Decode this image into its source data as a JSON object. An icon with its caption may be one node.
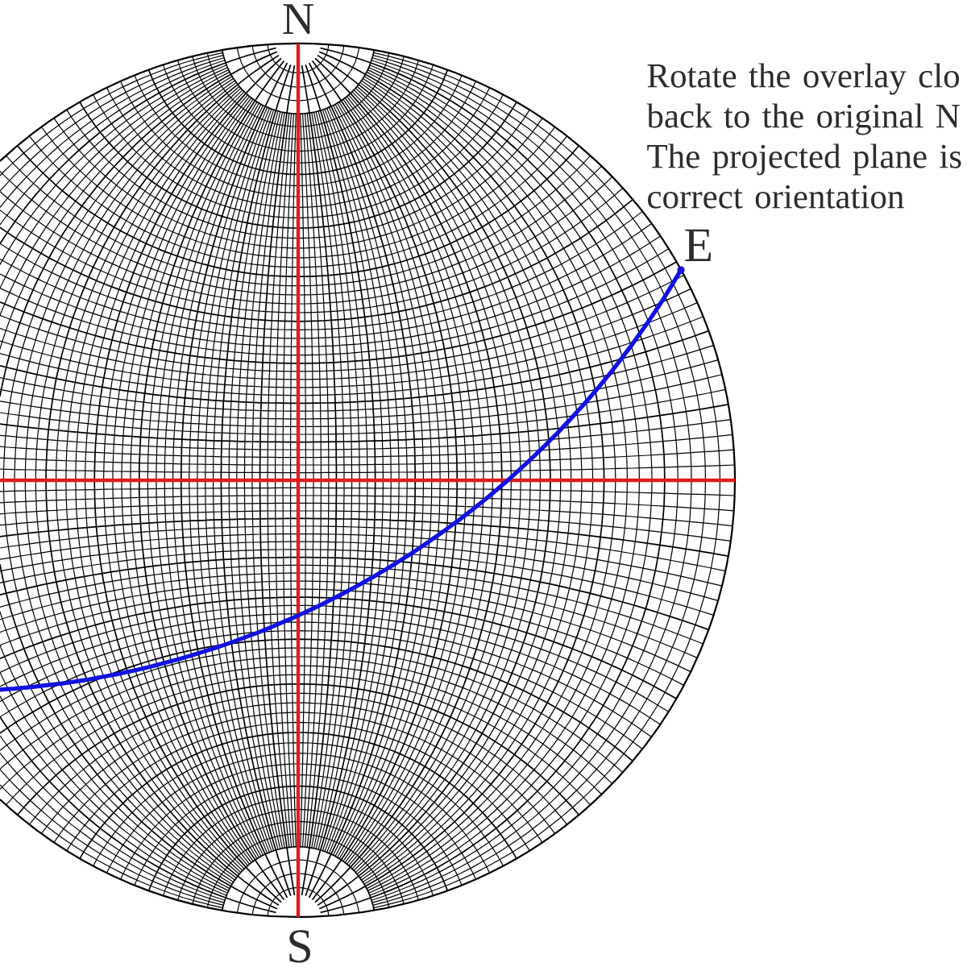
{
  "diagram": {
    "labels": [
      "N",
      "Rotate the overlay clo back to the original N The projected plane is correct orientation",
      "E",
      "S"
    ]
  }
}
